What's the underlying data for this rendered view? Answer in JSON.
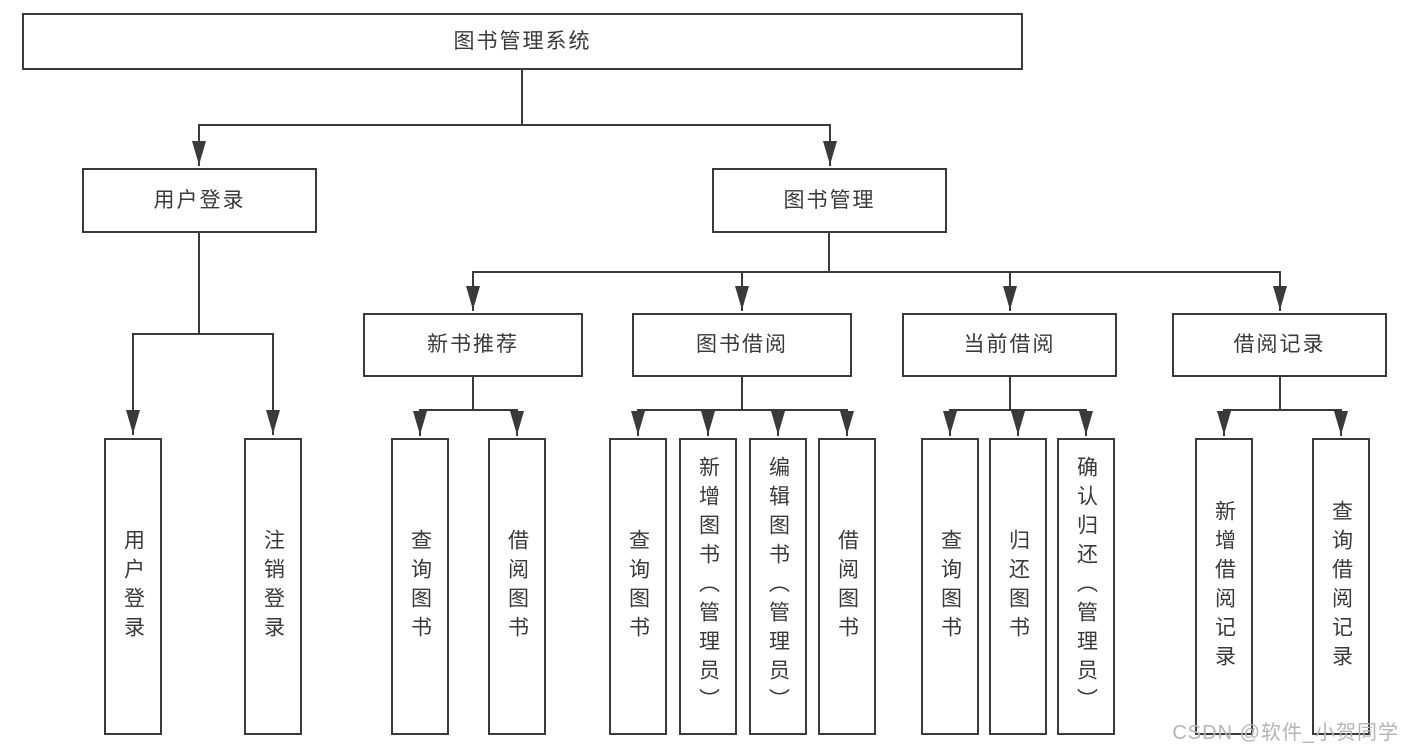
{
  "diagram": {
    "root": "图书管理系统",
    "branches": [
      {
        "label": "用户登录",
        "children": [
          "用户登录",
          "注销登录"
        ]
      },
      {
        "label": "图书管理",
        "children": [
          {
            "label": "新书推荐",
            "children": [
              "查询图书",
              "借阅图书"
            ]
          },
          {
            "label": "图书借阅",
            "children": [
              "查询图书",
              "新增图书（管理员）",
              "编辑图书（管理员）",
              "借阅图书"
            ]
          },
          {
            "label": "当前借阅",
            "children": [
              "查询图书",
              "归还图书",
              "确认归还（管理员）"
            ]
          },
          {
            "label": "借阅记录",
            "children": [
              "新增借阅记录",
              "查询借阅记录"
            ]
          }
        ]
      }
    ]
  },
  "watermark": "CSDN @软件_小贺同学",
  "colors": {
    "line": "#3a3a3a",
    "ink": "#3a3a3a",
    "watermark": "#b5b5b5",
    "background": "#ffffff"
  }
}
